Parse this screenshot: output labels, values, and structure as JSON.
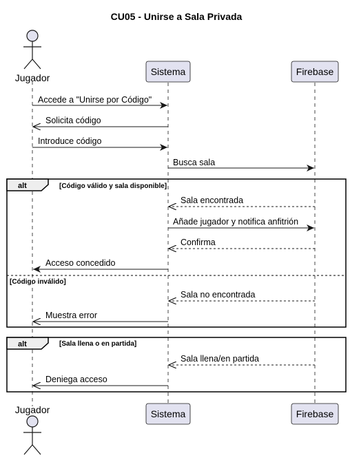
{
  "title": "CU05 - Unirse a Sala Privada",
  "participants": {
    "jugador": "Jugador",
    "sistema": "Sistema",
    "firebase": "Firebase"
  },
  "messages": [
    {
      "label": "Accede a \"Unirse por Código\"",
      "from": "jugador",
      "to": "sistema",
      "style": "solid"
    },
    {
      "label": "Solicita código",
      "from": "sistema",
      "to": "jugador",
      "style": "solid"
    },
    {
      "label": "Introduce código",
      "from": "jugador",
      "to": "sistema",
      "style": "solid"
    },
    {
      "label": "Busca sala",
      "from": "sistema",
      "to": "firebase",
      "style": "solid"
    },
    {
      "label": "Sala encontrada",
      "from": "firebase",
      "to": "sistema",
      "style": "dashed"
    },
    {
      "label": "Añade jugador y notifica anfitrión",
      "from": "sistema",
      "to": "firebase",
      "style": "solid"
    },
    {
      "label": "Confirma",
      "from": "firebase",
      "to": "sistema",
      "style": "dashed"
    },
    {
      "label": "Acceso concedido",
      "from": "sistema",
      "to": "jugador",
      "style": "solid"
    },
    {
      "label": "Sala no encontrada",
      "from": "firebase",
      "to": "sistema",
      "style": "dashed"
    },
    {
      "label": "Muestra error",
      "from": "sistema",
      "to": "jugador",
      "style": "solid"
    },
    {
      "label": "Sala llena/en partida",
      "from": "firebase",
      "to": "sistema",
      "style": "dashed"
    },
    {
      "label": "Deniega acceso",
      "from": "sistema",
      "to": "jugador",
      "style": "solid"
    }
  ],
  "fragments": [
    {
      "operator": "alt",
      "guards": [
        "[Código válido y sala disponible]",
        "[Código inválido]"
      ]
    },
    {
      "operator": "alt",
      "guards": [
        "[Sala llena o en partida]"
      ]
    }
  ],
  "colors": {
    "participant_fill": "#E2E2F0",
    "participant_stroke": "#181818",
    "lifeline": "#181818",
    "frame_stroke": "#000000"
  }
}
